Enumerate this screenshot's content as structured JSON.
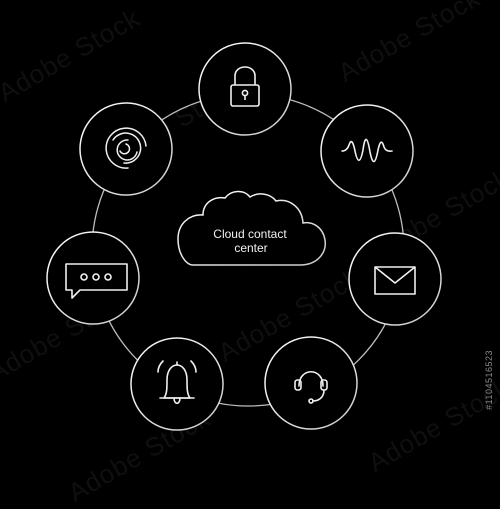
{
  "center": {
    "line1": "Cloud contact",
    "line2": "center"
  },
  "nodes": [
    {
      "id": "lock",
      "icon": "lock-icon"
    },
    {
      "id": "waveform",
      "icon": "sound-wave-icon"
    },
    {
      "id": "email",
      "icon": "envelope-icon"
    },
    {
      "id": "support",
      "icon": "headset-icon"
    },
    {
      "id": "notification",
      "icon": "bell-icon"
    },
    {
      "id": "chat",
      "icon": "chat-bubble-icon"
    },
    {
      "id": "target",
      "icon": "concentric-rings-icon"
    }
  ],
  "watermark": {
    "text": "Adobe Stock"
  },
  "stock_id": "#1104516523",
  "colors": {
    "background": "#000000",
    "stroke": "#e6e6e6"
  }
}
